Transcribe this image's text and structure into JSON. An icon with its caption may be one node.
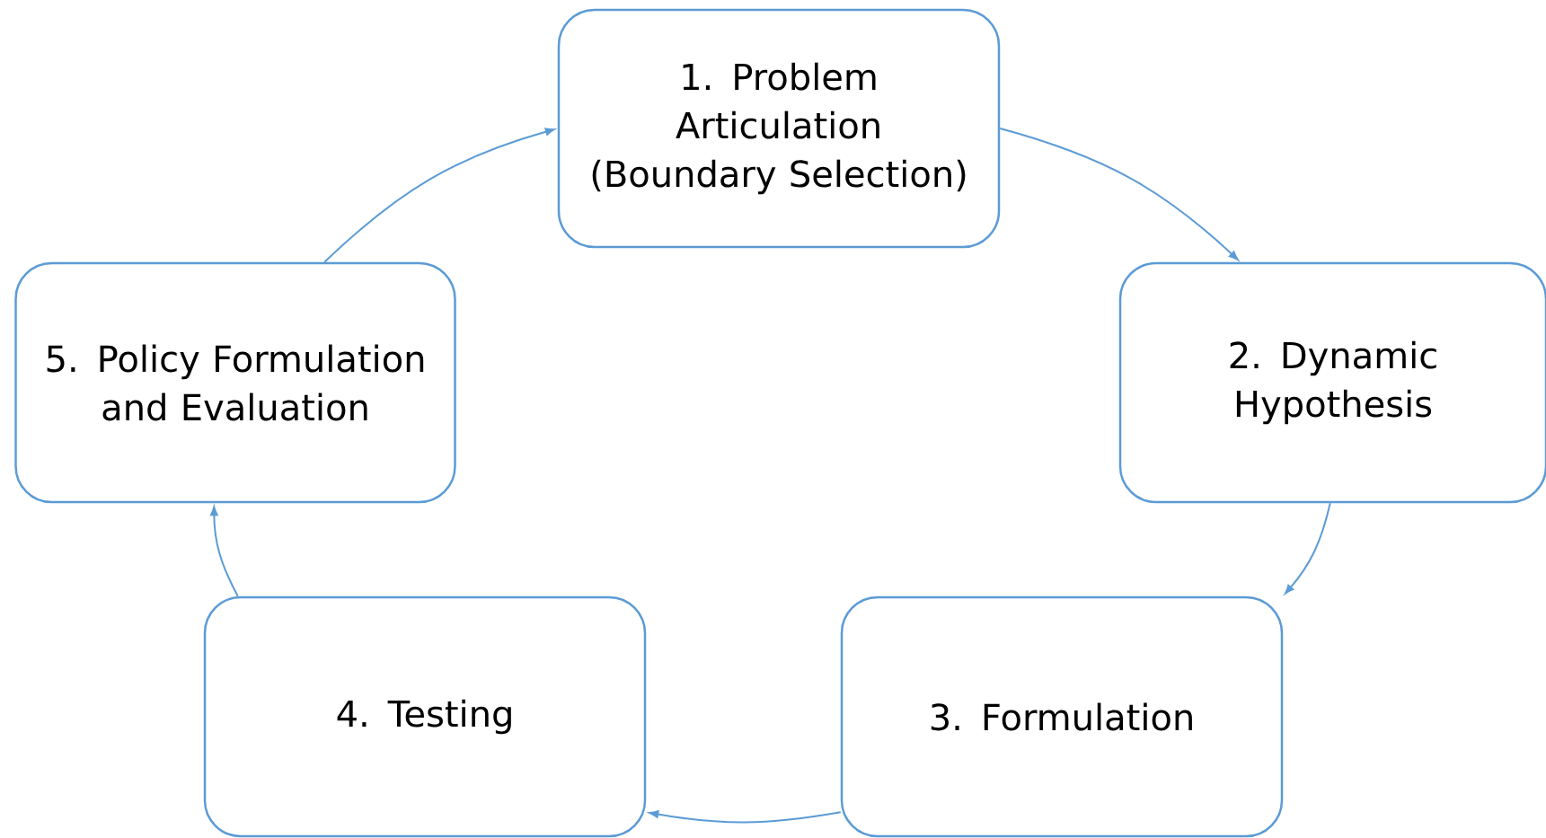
{
  "diagram": {
    "nodes": [
      {
        "text": [
          "1. Problem Articulation (Boundary Selection)"
        ]
      },
      {
        "text": [
          "2. Dynamic Hypothesis"
        ]
      },
      {
        "text": [
          "3. Formulation"
        ]
      },
      {
        "text": [
          "4. Testing"
        ]
      },
      {
        "text": [
          "5. Policy Formulation and Evaluation"
        ]
      }
    ],
    "edges": [
      {
        "from": 0,
        "to": 1,
        "arrow": "to"
      },
      {
        "from": 1,
        "to": 2,
        "arrow": "to"
      },
      {
        "from": 2,
        "to": 3,
        "arrow": "to"
      },
      {
        "from": 3,
        "to": 4,
        "arrow": "to"
      },
      {
        "from": 4,
        "to": 0,
        "arrow": "to"
      }
    ]
  }
}
